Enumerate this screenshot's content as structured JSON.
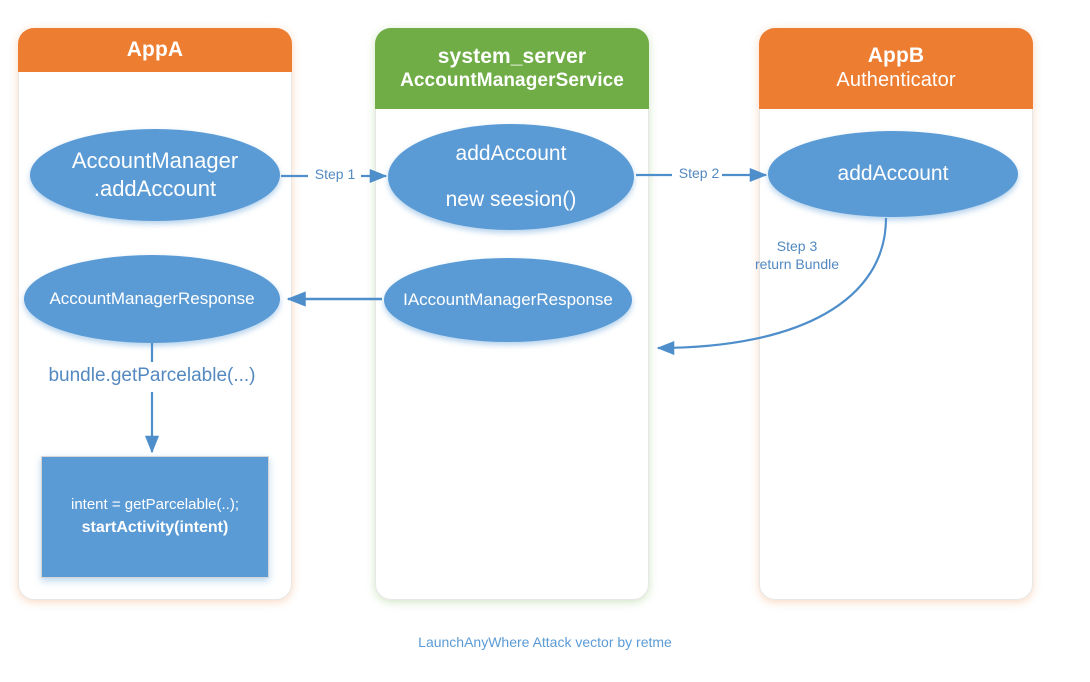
{
  "diagram": {
    "caption": "LaunchAnyWhere Attack vector by retme",
    "colors": {
      "orange": "#ED7D31",
      "green": "#70AD47",
      "blue": "#5B9BD5",
      "label_blue": "#5389C0"
    }
  },
  "lanes": [
    {
      "id": "appa",
      "header_color": "orange",
      "title_main": "AppA",
      "title_sub": ""
    },
    {
      "id": "system-server",
      "header_color": "green",
      "title_main": "system_server",
      "title_sub": "AccountManagerService"
    },
    {
      "id": "appb",
      "header_color": "orange",
      "title_main": "AppB",
      "title_sub": "Authenticator"
    }
  ],
  "nodes": {
    "appa_add_account": {
      "line1": "AccountManager",
      "line2": ".addAccount"
    },
    "appa_response": {
      "line1": "AccountManagerResponse"
    },
    "ams_add_account": {
      "line1": "addAccount",
      "line2": "new seesion()"
    },
    "ams_response": {
      "line1": "IAccountManagerResponse"
    },
    "appb_add_account": {
      "line1": "addAccount"
    }
  },
  "code_box": {
    "line1": "intent = getParcelable(..);",
    "line2": "startActivity(intent)"
  },
  "edge_labels": {
    "step1": "Step 1",
    "step2": "Step 2",
    "step3_line1": "Step 3",
    "step3_line2": "return Bundle",
    "get_parcelable": "bundle.getParcelable(...)"
  }
}
